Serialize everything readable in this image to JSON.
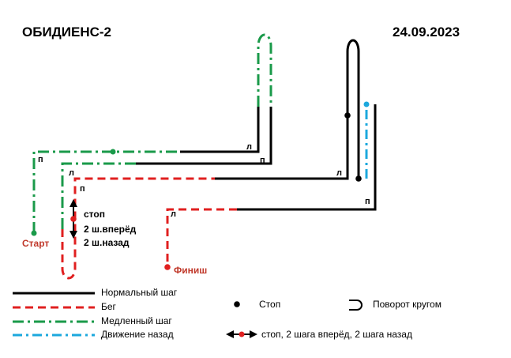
{
  "title": "ОБИДИЕНС-2",
  "date": "24.09.2023",
  "labels": {
    "start": "Старт",
    "finish": "Финиш",
    "stop_note": "стоп",
    "forward_note": "2 ш.вперёд",
    "back_note": "2 ш.назад",
    "turn_l": "л",
    "turn_p": "п"
  },
  "legend": {
    "normal": "Нормальный шаг",
    "run": "Бег",
    "slow": "Медленный шаг",
    "backward": "Движение назад",
    "stop": "Стоп",
    "turn_around": "Поворот кругом",
    "stop_fwd_back": "стоп, 2 шага вперёд, 2 шага назад"
  },
  "colors": {
    "normal": "#000000",
    "run": "#e02020",
    "slow": "#1a9a4a",
    "backward": "#1ca8dd",
    "start_label": "#c0392b",
    "finish_label": "#c0392b"
  }
}
